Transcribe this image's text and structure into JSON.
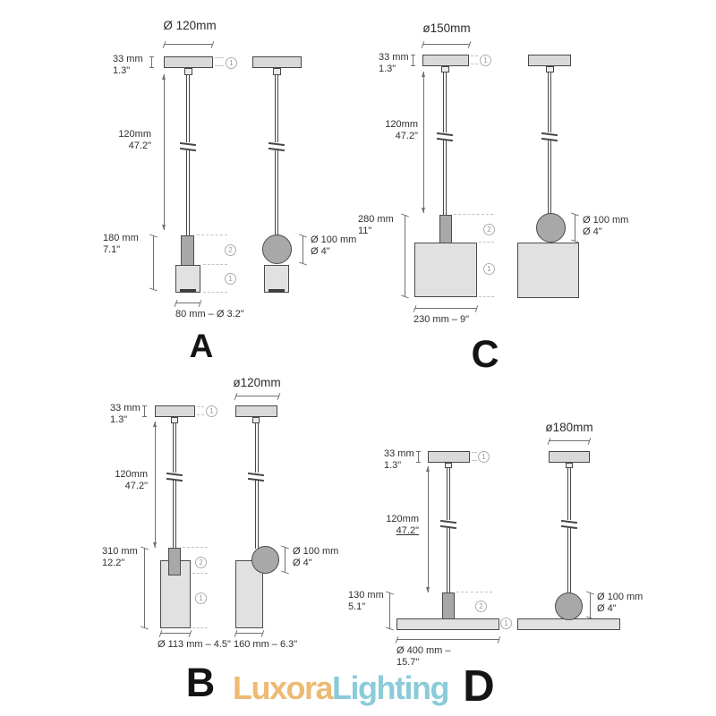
{
  "markers": {
    "one": "1",
    "two": "2"
  },
  "logo": {
    "name": "Luxora",
    "suffix": "Lighting"
  },
  "groups": [
    {
      "label": "A",
      "top_diameter": "Ø 120mm",
      "canopy_mm": "33 mm",
      "canopy_in": "1.3\"",
      "cable_mm": "120mm",
      "cable_in": "47.2\"",
      "body_mm": "180 mm",
      "body_in": "7.1\"",
      "width_label": "80 mm – Ø 3.2\"",
      "sphere_mm": "Ø 100 mm",
      "sphere_in": "Ø 4\""
    },
    {
      "label": "C",
      "top_diameter": "ø150mm",
      "canopy_mm": "33 mm",
      "canopy_in": "1.3\"",
      "cable_mm": "120mm",
      "cable_in": "47.2\"",
      "body_mm": "280 mm",
      "body_in": "11\"",
      "width_label": "230 mm – 9\"",
      "sphere_mm": "Ø 100 mm",
      "sphere_in": "Ø 4\""
    },
    {
      "label": "B",
      "top_diameter": "ø120mm",
      "canopy_mm": "33 mm",
      "canopy_in": "1.3\"",
      "cable_mm": "120mm",
      "cable_in": "47.2\"",
      "body_mm": "310 mm",
      "body_in": "12.2\"",
      "width_label": "Ø 113 mm – 4.5\"",
      "width_label_2": "160 mm – 6.3\"",
      "sphere_mm": "Ø 100 mm",
      "sphere_in": "Ø 4\""
    },
    {
      "label": "D",
      "top_diameter": "ø180mm",
      "canopy_mm": "33 mm",
      "canopy_in": "1.3\"",
      "cable_mm": "120mm",
      "cable_in": "47.2\"",
      "body_mm": "130 mm",
      "body_in": "5.1\"",
      "width_label": "Ø 400 mm –",
      "width_label_2": "15.7\"",
      "sphere_mm": "Ø 100 mm",
      "sphere_in": "Ø 4\""
    }
  ]
}
